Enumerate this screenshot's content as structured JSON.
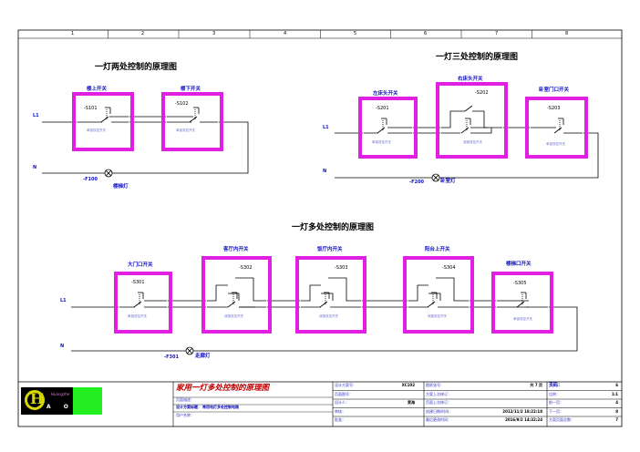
{
  "column_numbers": [
    "1",
    "2",
    "3",
    "4",
    "5",
    "6",
    "7",
    "8"
  ],
  "diagram_two": {
    "title": "一灯两处控制的原理图",
    "line_l": "L1",
    "line_n": "N",
    "switches": [
      {
        "name": "楼上开关",
        "tag": "-S101",
        "desc": "单极双控开关"
      },
      {
        "name": "楼下开关",
        "tag": "-S102",
        "desc": "单极双控开关"
      }
    ],
    "lamp": {
      "tag": "-F100",
      "name": "楼梯灯"
    }
  },
  "diagram_three": {
    "title": "一灯三处控制的原理图",
    "line_l": "L1",
    "line_n": "N",
    "switches": [
      {
        "name": "左床头开关",
        "tag": "-S201",
        "desc": "单极双控开关"
      },
      {
        "name": "右床头开关",
        "tag": "-S202",
        "desc": "双路双控开关"
      },
      {
        "name": "卧室门口开关",
        "tag": "-S203",
        "desc": "单极双控开关"
      }
    ],
    "lamp": {
      "tag": "-F200",
      "name": "卧室灯"
    }
  },
  "diagram_multi": {
    "title": "一灯多处控制的原理图",
    "line_l": "L1",
    "line_n": "N",
    "switches": [
      {
        "name": "大门口开关",
        "tag": "-S301",
        "desc": "单极双控开关"
      },
      {
        "name": "客厅内开关",
        "tag": "-S302",
        "desc": "双路双控开关"
      },
      {
        "name": "饭厅内开关",
        "tag": "-S303",
        "desc": "双路双控开关"
      },
      {
        "name": "阳台上开关",
        "tag": "-S304",
        "desc": "双路双控开关"
      },
      {
        "name": "楼梯口开关",
        "tag": "-S305",
        "desc": "单极双控开关"
      }
    ],
    "lamp": {
      "tag": "-F301",
      "name": "走廊灯"
    }
  },
  "title_block": {
    "logo_text": "A O",
    "logo_script": "Huangzhe",
    "drawing_title": "家用一灯多处控制的原理图",
    "page_desc_label": "页面描述：",
    "project_title_label": "设计方案标题：",
    "project_title": "常用电灯多处控制电路",
    "customer_label": "用户名称：",
    "col1": [
      {
        "label": "设计方案号：",
        "value": "XC102"
      },
      {
        "label": "页面图号：",
        "value": ""
      },
      {
        "label": "设计人：",
        "value": "黄海"
      },
      {
        "label": "审核：",
        "value": ""
      },
      {
        "label": "批准：",
        "value": ""
      }
    ],
    "col2": [
      {
        "label": "图纸张号：",
        "value": "共 7 页"
      },
      {
        "label": "方案上次修订：",
        "value": ""
      },
      {
        "label": "页面上次修订：",
        "value": ""
      },
      {
        "label": "创建日期/时间：",
        "value": "2012/11/2 18:22:18"
      },
      {
        "label": "最后更改时间：",
        "value": "2016/9/2 14:32:24"
      }
    ],
    "col3": [
      {
        "label": "页码：",
        "value": "6"
      },
      {
        "label": "比例：",
        "value": "1:1"
      },
      {
        "label": "前一页：",
        "value": "4"
      },
      {
        "label": "下一页：",
        "value": "8"
      },
      {
        "label": "方案页面总数：",
        "value": "7"
      }
    ]
  },
  "colors": {
    "box": "#e020e0",
    "wire": "#000000",
    "label": "#1010c0",
    "title_red": "#c00000",
    "logo_green": "#22ee22"
  }
}
